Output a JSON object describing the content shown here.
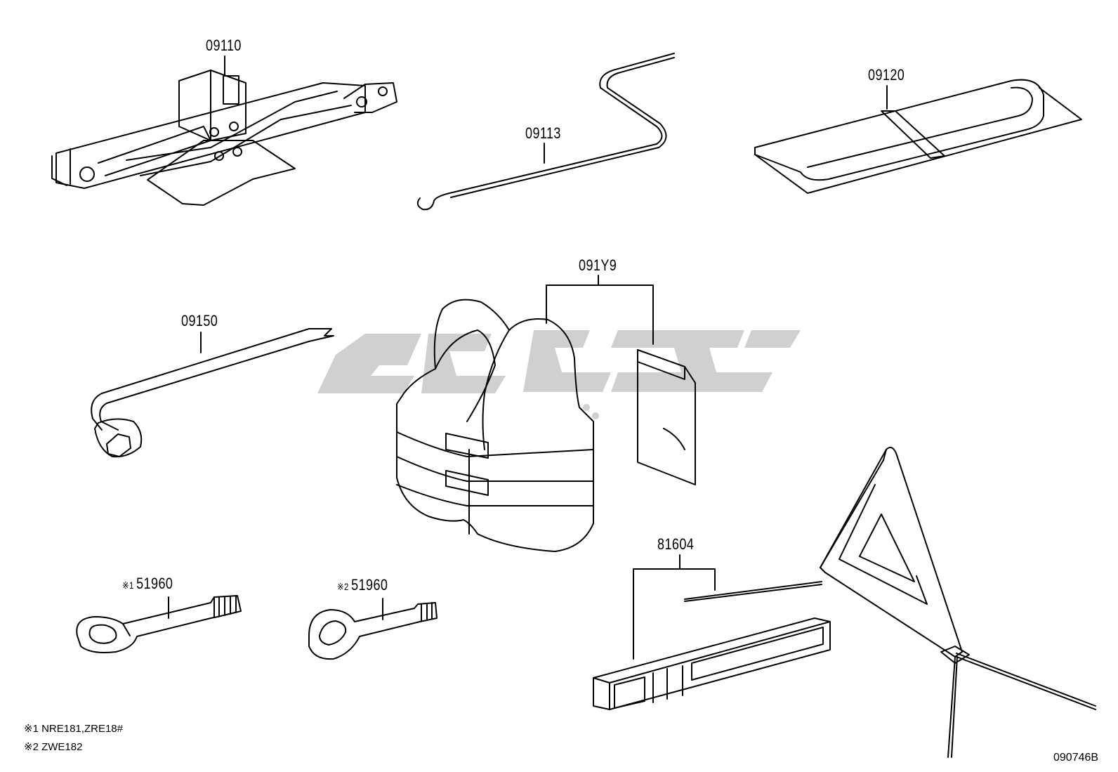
{
  "parts": {
    "jack": "09110",
    "jack_handle": "09113",
    "tool_bag": "09120",
    "lug_wrench": "09150",
    "safety_vest": "091Y9",
    "towing_eye_1": "51960",
    "towing_eye_2": "51960",
    "warning_triangle": "81604"
  },
  "markers": {
    "ref1": "※1",
    "ref2": "※2"
  },
  "notes": [
    {
      "mark": "※1",
      "text": "NRE181,ZRE18#"
    },
    {
      "mark": "※2",
      "text": "ZWE182"
    }
  ],
  "diagram_code": "090746B",
  "colors": {
    "line": "#000000",
    "watermark": "#c8c8c8"
  }
}
